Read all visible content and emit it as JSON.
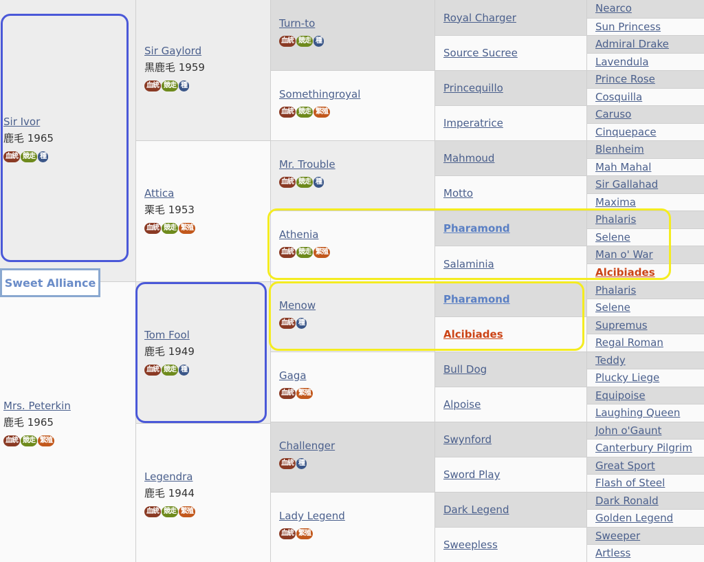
{
  "horse": "Sweet Alliance",
  "badge_labels": {
    "ketto": "血統",
    "kyoso": "競走",
    "shu": "種",
    "hanshoku": "繁殖"
  },
  "gen1": [
    {
      "name": "Sir Ivor",
      "sub": "鹿毛 1965",
      "badges": [
        "ketto",
        "kyoso",
        "shu"
      ]
    },
    {
      "name": "Mrs. Peterkin",
      "sub": "鹿毛 1965",
      "badges": [
        "ketto",
        "kyoso",
        "hanshoku"
      ]
    }
  ],
  "gen2": [
    {
      "name": "Sir Gaylord",
      "sub": "黒鹿毛 1959",
      "badges": [
        "ketto",
        "kyoso",
        "shu"
      ]
    },
    {
      "name": "Attica",
      "sub": "栗毛 1953",
      "badges": [
        "ketto",
        "kyoso",
        "hanshoku"
      ]
    },
    {
      "name": "Tom Fool",
      "sub": "鹿毛 1949",
      "badges": [
        "ketto",
        "kyoso",
        "shu"
      ]
    },
    {
      "name": "Legendra",
      "sub": "鹿毛 1944",
      "badges": [
        "ketto",
        "kyoso",
        "hanshoku"
      ]
    }
  ],
  "gen3": [
    {
      "name": "Turn-to",
      "badges": [
        "ketto",
        "kyoso",
        "shu"
      ]
    },
    {
      "name": "Somethingroyal",
      "badges": [
        "ketto",
        "kyoso",
        "hanshoku"
      ]
    },
    {
      "name": "Mr. Trouble",
      "badges": [
        "ketto",
        "kyoso",
        "shu"
      ]
    },
    {
      "name": "Athenia",
      "badges": [
        "ketto",
        "kyoso",
        "hanshoku"
      ]
    },
    {
      "name": "Menow",
      "badges": [
        "ketto",
        "shu"
      ]
    },
    {
      "name": "Gaga",
      "badges": [
        "ketto",
        "hanshoku"
      ]
    },
    {
      "name": "Challenger",
      "badges": [
        "ketto",
        "shu"
      ]
    },
    {
      "name": "Lady Legend",
      "badges": [
        "ketto",
        "hanshoku"
      ]
    }
  ],
  "gen4": [
    "Royal Charger",
    "Source Sucree",
    "Princequillo",
    "Imperatrice",
    "Mahmoud",
    "Motto",
    "Pharamond",
    "Salaminia",
    "Pharamond",
    "Alcibiades",
    "Bull Dog",
    "Alpoise",
    "Swynford",
    "Sword Play",
    "Dark Legend",
    "Sweepless"
  ],
  "gen5": [
    "Nearco",
    "Sun Princess",
    "Admiral Drake",
    "Lavendula",
    "Prince Rose",
    "Cosquilla",
    "Caruso",
    "Cinquepace",
    "Blenheim",
    "Mah Mahal",
    "Sir Gallahad",
    "Maxima",
    "Phalaris",
    "Selene",
    "Man o' War",
    "Alcibiades",
    "Phalaris",
    "Selene",
    "Supremus",
    "Regal Roman",
    "Teddy",
    "Plucky Liege",
    "Equipoise",
    "Laughing Queen",
    "John o'Gaunt",
    "Canterbury Pilgrim",
    "Great Sport",
    "Flash of Steel",
    "Dark Ronald",
    "Golden Legend",
    "Sweeper",
    "Artless"
  ]
}
